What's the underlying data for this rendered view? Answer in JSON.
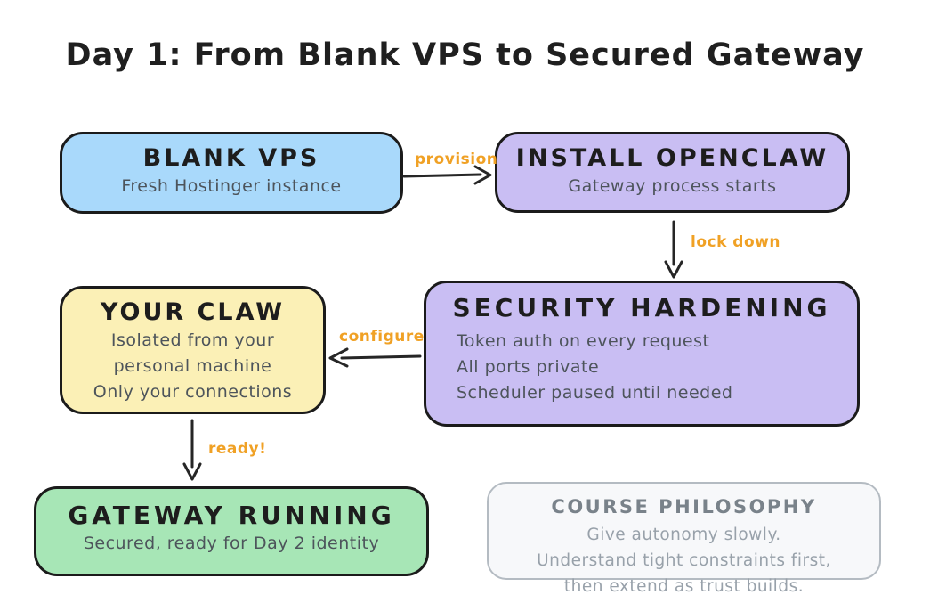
{
  "title": "Day 1: From Blank VPS to Secured Gateway",
  "colors": {
    "accent_orange": "#f0a125",
    "arrow_stroke": "#262626",
    "blank_vps_fill": "#a9d9fb",
    "purple_fill": "#c9bef3",
    "your_claw_fill": "#fbf0b6",
    "gateway_fill": "#a7e6b6",
    "philosophy_fill": "#f7f8fa"
  },
  "nodes": {
    "blank_vps": {
      "heading": "BLANK VPS",
      "lines": [
        "Fresh Hostinger instance"
      ]
    },
    "install_openclaw": {
      "heading": "INSTALL OPENCLAW",
      "lines": [
        "Gateway process starts"
      ]
    },
    "security_hardening": {
      "heading": "SECURITY HARDENING",
      "lines": [
        "Token auth on every request",
        "All ports private",
        "Scheduler paused until needed"
      ]
    },
    "your_claw": {
      "heading": "YOUR CLAW",
      "lines": [
        "Isolated from your",
        "personal machine",
        "Only your connections"
      ]
    },
    "gateway_running": {
      "heading": "GATEWAY RUNNING",
      "lines": [
        "Secured, ready for Day 2 identity"
      ]
    },
    "course_philosophy": {
      "heading": "COURSE PHILOSOPHY",
      "lines": [
        "Give autonomy slowly.",
        "Understand tight constraints first,",
        "then extend as trust builds."
      ]
    }
  },
  "edges": {
    "provision": {
      "label": "provision"
    },
    "lock_down": {
      "label": "lock down"
    },
    "configure": {
      "label": "configure"
    },
    "ready": {
      "label": "ready!"
    }
  }
}
